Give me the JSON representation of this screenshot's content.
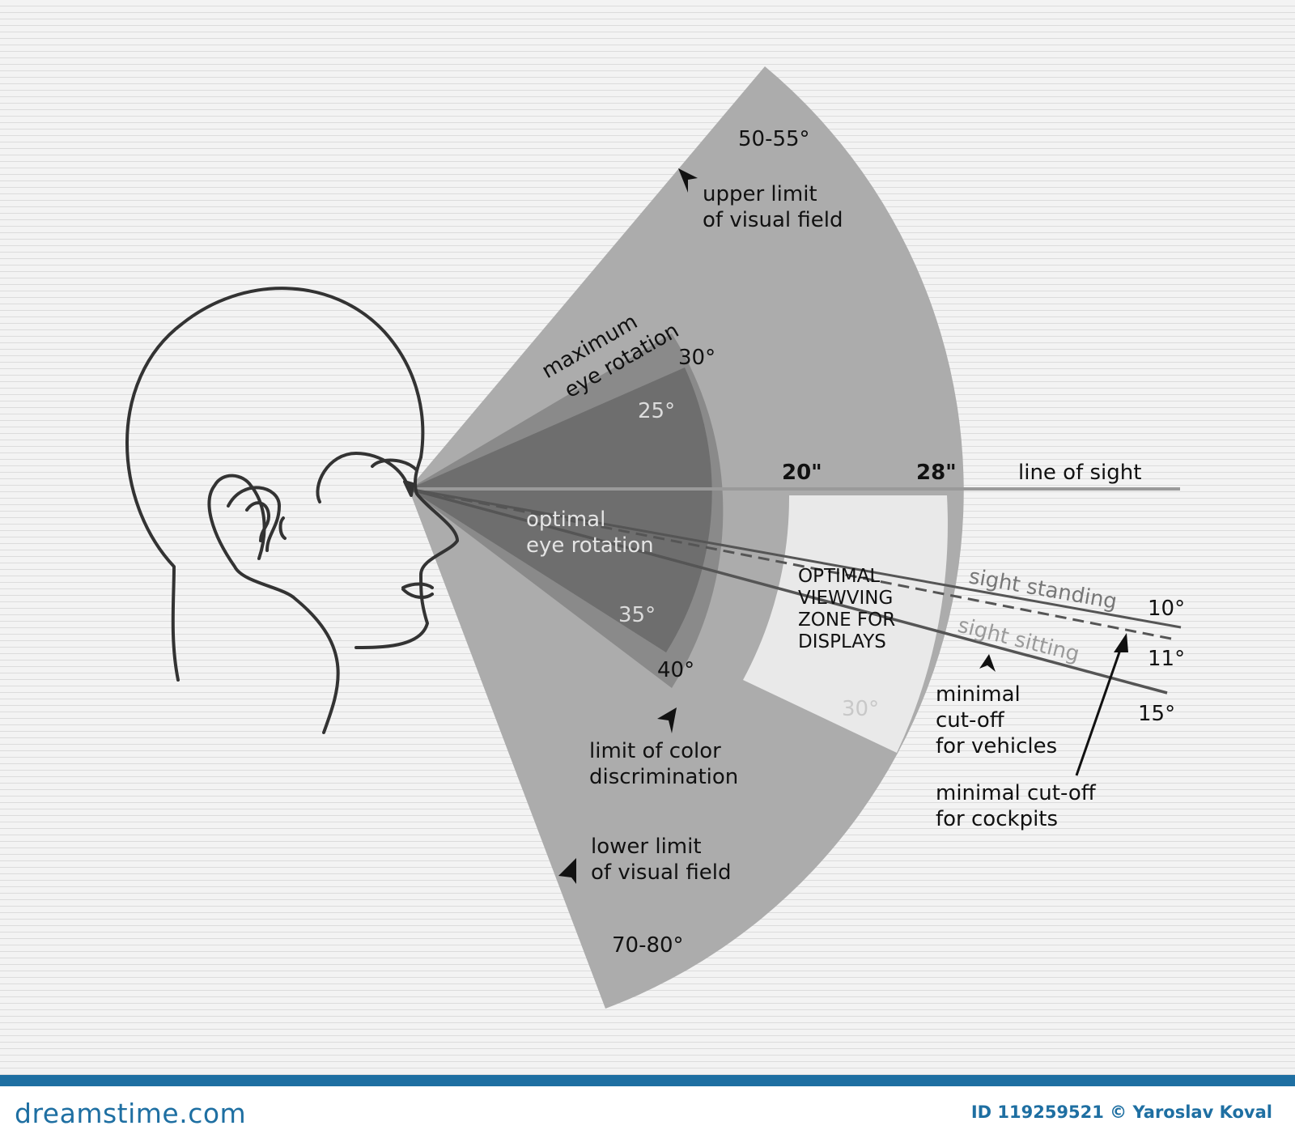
{
  "diagram": {
    "labels": {
      "upper_range": "50-55°",
      "upper_limit": [
        "upper limit",
        "of visual field"
      ],
      "max_rotation": [
        "maximum",
        "eye rotation"
      ],
      "deg_30_top": "30°",
      "deg_25": "25°",
      "dist_20": "20\"",
      "dist_28": "28\"",
      "line_of_sight": "line of sight",
      "optimal_rotation": [
        "optimal",
        "eye rotation"
      ],
      "deg_35": "35°",
      "deg_40": "40°",
      "optimal_zone": [
        "OPTIMAL",
        "VIEWVING",
        "ZONE FOR",
        "DISPLAYS"
      ],
      "deg_30_bottom": "30°",
      "sight_standing": "sight standing",
      "sight_sitting": "sight sitting",
      "deg_10": "10°",
      "deg_11": "11°",
      "deg_15": "15°",
      "vehicles": [
        "minimal",
        "cut-off",
        "for vehicles"
      ],
      "cockpits": [
        "minimal cut-off",
        "for cockpits"
      ],
      "color_limit": [
        "limit of color",
        "discrimination"
      ],
      "lower_limit": [
        "lower limit",
        "of visual field"
      ],
      "lower_range": "70-80°"
    }
  },
  "footer": {
    "brand": "dreamstime.com",
    "credit": "ID 119259521 © Yaroslav Koval"
  },
  "colors": {
    "outer_field": "#acacac",
    "max_rotation_band": "#8a8a8a",
    "optimal_rotation": "#6e6e6e",
    "display_zone": "#e9e9e9",
    "footer_accent": "#1e6fa2"
  }
}
